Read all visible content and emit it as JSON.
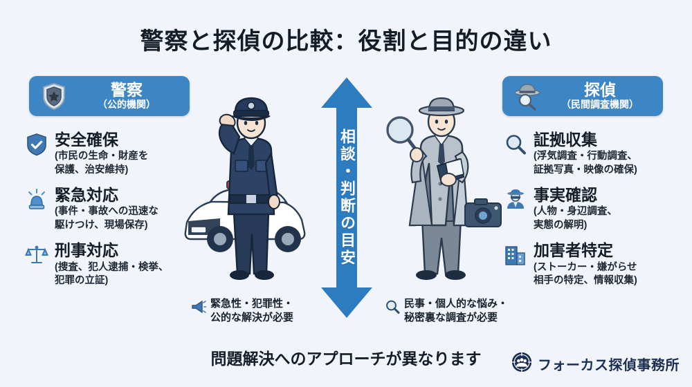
{
  "title": "警察と探偵の比較：役割と目的の違い",
  "colors": {
    "background": "#f1f4fa",
    "badge_blue": "#3d86c6",
    "arrow_blue": "#2e7cc0",
    "title_ink": "#141c26",
    "brand_navy": "#1b2f52"
  },
  "left_panel": {
    "badge": {
      "icon": "police-shield-badge-icon",
      "main": "警察",
      "sub": "（公的機関）"
    },
    "features": [
      {
        "icon": "shield-check-icon",
        "heading": "安全確保",
        "detail": "(市民の生命・財産を\n保護、治安維持)"
      },
      {
        "icon": "siren-light-icon",
        "heading": "緊急対応",
        "detail": "(事件・事故への迅速な\n駆けつけ、現場保存)"
      },
      {
        "icon": "scales-of-justice-icon",
        "heading": "刑事対応",
        "detail": "(捜査、犯人逮捕・検挙、\n犯罪の立証)"
      }
    ],
    "callout": {
      "icon": "megaphone-icon",
      "text": "緊急性・犯罪性・\n公的な解決が必要"
    },
    "illustration": "saluting-police-officer-with-patrol-car"
  },
  "right_panel": {
    "badge": {
      "icon": "detective-hat-magnifier-icon",
      "main": "探偵",
      "sub": "（民間調査機関）"
    },
    "features": [
      {
        "icon": "magnifier-icon",
        "heading": "証拠収集",
        "detail": "(浮気調査・行動調査、\n証拠写真・映像の確保)"
      },
      {
        "icon": "detective-person-icon",
        "heading": "事実確認",
        "detail": "(人物・身辺調査、\n実態の解明)"
      },
      {
        "icon": "office-building-icon",
        "heading": "加害者特定",
        "detail": "(ストーカー・嫌がらせ\n相手の特定、情報収集)"
      }
    ],
    "callout": {
      "icon": "magnifier-icon",
      "text": "民事・個人的な悩み・\n秘密裏な調査が必要"
    },
    "illustration": "detective-with-magnifier-notebook-and-camera"
  },
  "center": {
    "arrow": "double-headed-vertical-arrow",
    "vertical_label": "相談・判断の目安"
  },
  "footer": {
    "caption": "問題解決へのアプローチが異なります",
    "brand_icon": "focus-emblem-icon",
    "brand_name": "フォーカス探偵事務所"
  }
}
